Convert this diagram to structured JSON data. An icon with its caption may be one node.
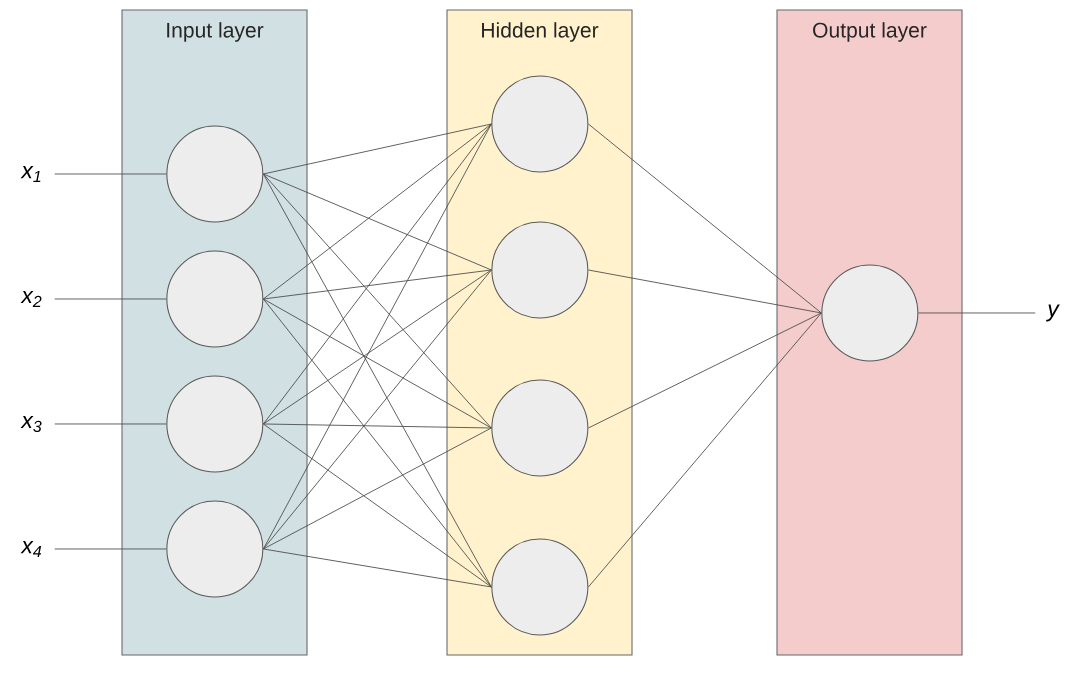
{
  "diagram": {
    "nodes": [
      {
        "text": [
          "Input layer"
        ]
      },
      {
        "text": [
          "Hidden layer"
        ]
      },
      {
        "text": [
          "Output layer"
        ]
      },
      {
        "text": [],
        "shape": "circle",
        "in": 0
      },
      {
        "text": [],
        "shape": "circle",
        "in": 0
      },
      {
        "text": [],
        "shape": "circle",
        "in": 0
      },
      {
        "text": [],
        "shape": "circle",
        "in": 0
      },
      {
        "text": [],
        "shape": "circle",
        "in": 1
      },
      {
        "text": [],
        "shape": "circle",
        "in": 1
      },
      {
        "text": [],
        "shape": "circle",
        "in": 1
      },
      {
        "text": [],
        "shape": "circle",
        "in": 1
      },
      {
        "text": [],
        "shape": "circle",
        "in": 2
      },
      {
        "text": [
          "x$_{1}$"
        ]
      },
      {
        "text": [
          "x$_{2}$"
        ]
      },
      {
        "text": [
          "x$_{3}$"
        ]
      },
      {
        "text": [
          "x$_{4}$"
        ]
      },
      {
        "text": [
          "y"
        ]
      }
    ],
    "edges": [
      {
        "from": 12,
        "to": 3,
        "arrow": "none"
      },
      {
        "from": 13,
        "to": 4,
        "arrow": "none"
      },
      {
        "from": 14,
        "to": 5,
        "arrow": "none"
      },
      {
        "from": 15,
        "to": 6,
        "arrow": "none"
      },
      {
        "from": 3,
        "to": 7,
        "arrow": "none"
      },
      {
        "from": 3,
        "to": 8,
        "arrow": "none"
      },
      {
        "from": 3,
        "to": 9,
        "arrow": "none"
      },
      {
        "from": 3,
        "to": 10,
        "arrow": "none"
      },
      {
        "from": 4,
        "to": 7,
        "arrow": "none"
      },
      {
        "from": 4,
        "to": 8,
        "arrow": "none"
      },
      {
        "from": 4,
        "to": 9,
        "arrow": "none"
      },
      {
        "from": 4,
        "to": 10,
        "arrow": "none"
      },
      {
        "from": 5,
        "to": 7,
        "arrow": "none"
      },
      {
        "from": 5,
        "to": 8,
        "arrow": "none"
      },
      {
        "from": 5,
        "to": 9,
        "arrow": "none"
      },
      {
        "from": 5,
        "to": 10,
        "arrow": "none"
      },
      {
        "from": 6,
        "to": 7,
        "arrow": "none"
      },
      {
        "from": 6,
        "to": 8,
        "arrow": "none"
      },
      {
        "from": 6,
        "to": 9,
        "arrow": "none"
      },
      {
        "from": 6,
        "to": 10,
        "arrow": "none"
      },
      {
        "from": 7,
        "to": 11,
        "arrow": "none"
      },
      {
        "from": 8,
        "to": 11,
        "arrow": "none"
      },
      {
        "from": 9,
        "to": 11,
        "arrow": "none"
      },
      {
        "from": 10,
        "to": 11,
        "arrow": "none"
      },
      {
        "from": 11,
        "to": 16,
        "arrow": "none"
      }
    ]
  }
}
